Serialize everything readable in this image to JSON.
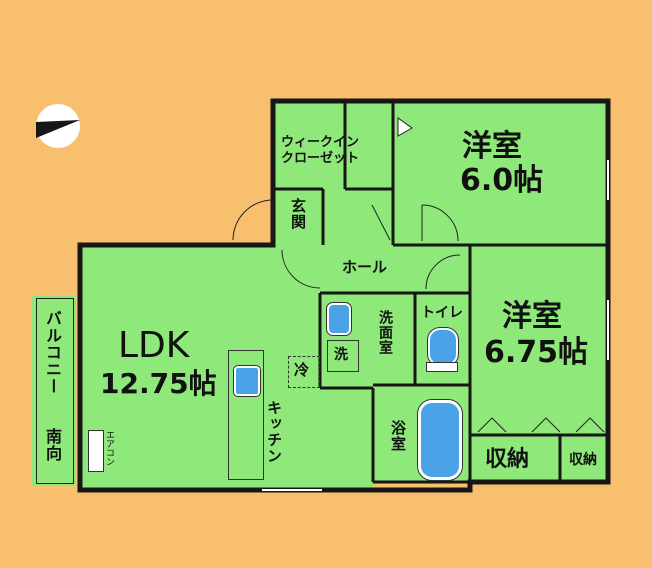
{
  "colors": {
    "background": "#F8BF6F",
    "room": "#8EE87A",
    "wall": "#161616",
    "fixture": "#4AA3E6"
  },
  "compass": {
    "icon": "north-arrow-icon"
  },
  "rooms": {
    "walk_in_closet": {
      "line1": "ウィークイン",
      "line2": "クローゼット"
    },
    "western_room_1": {
      "name": "洋室",
      "size": "6.0帖"
    },
    "western_room_2": {
      "name": "洋室",
      "size": "6.75帖"
    },
    "entrance": "玄関",
    "hall": "ホール",
    "ldk": {
      "name": "LDK",
      "size": "12.75帖"
    },
    "washroom": "洗面室",
    "washer": "洗",
    "toilet": "トイレ",
    "bath": "浴室",
    "kitchen": "キッチン",
    "fridge": "冷",
    "storage_1": "収納",
    "storage_2": "収納",
    "balcony": "バルコニー",
    "orientation": "南向",
    "aircon": "エアコン"
  }
}
